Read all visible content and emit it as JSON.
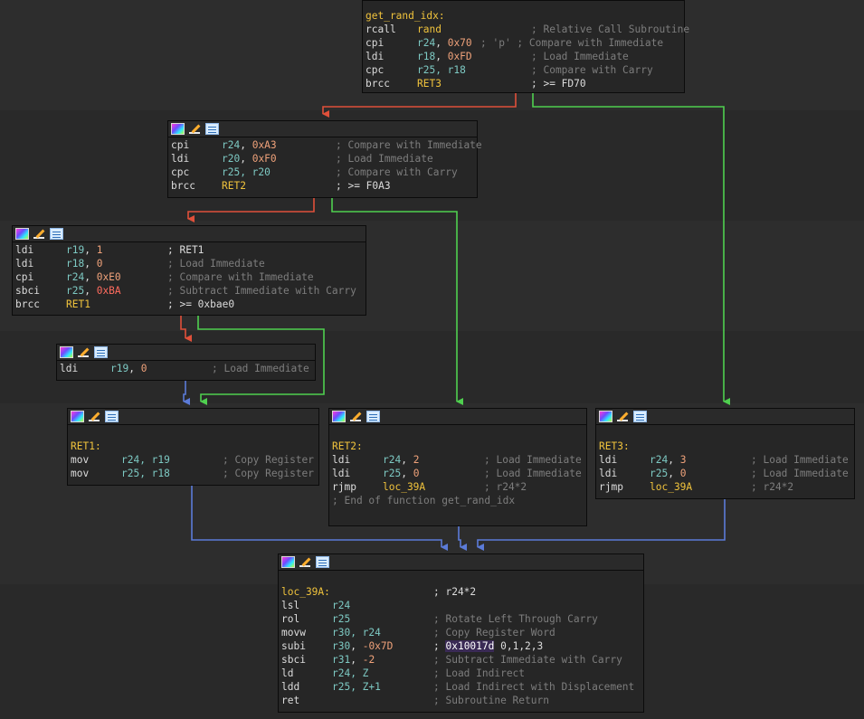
{
  "colors": {
    "true_edge": "#4fd04f",
    "false_edge": "#e0503a",
    "flow_edge": "#5b7bd8",
    "band_light": "#2d2d2d",
    "band_dark": "#242424"
  },
  "icons": [
    "graph-color-icon",
    "edit-icon",
    "xref-icon"
  ],
  "nodes": {
    "n1": {
      "label": "get_rand_idx:",
      "lines": [
        {
          "mn": "rcall",
          "op": "rand",
          "c": "; Relative Call Subroutine"
        },
        {
          "mn": "cpi",
          "op": "r24, 0x70",
          "c": "; 'p' ; Compare with Immediate"
        },
        {
          "mn": "ldi",
          "op": "r18, 0xFD",
          "c": "; Load Immediate"
        },
        {
          "mn": "cpc",
          "op": "r25, r18",
          "c": "; Compare with Carry"
        },
        {
          "mn": "brcc",
          "op": "RET3",
          "c": "; >= FD70"
        }
      ]
    },
    "n2": {
      "lines": [
        {
          "mn": "cpi",
          "op": "r24, 0xA3",
          "c": "; Compare with Immediate"
        },
        {
          "mn": "ldi",
          "op": "r20, 0xF0",
          "c": "; Load Immediate"
        },
        {
          "mn": "cpc",
          "op": "r25, r20",
          "c": "; Compare with Carry"
        },
        {
          "mn": "brcc",
          "op": "RET2",
          "c": "; >= F0A3"
        }
      ]
    },
    "n3": {
      "lines": [
        {
          "mn": "ldi",
          "op": "r19, 1",
          "c": "; RET1"
        },
        {
          "mn": "ldi",
          "op": "r18, 0",
          "c": "; Load Immediate"
        },
        {
          "mn": "cpi",
          "op": "r24, 0xE0",
          "c": "; Compare with Immediate"
        },
        {
          "mn": "sbci",
          "op": "r25, 0xBA",
          "c": "; Subtract Immediate with Carry"
        },
        {
          "mn": "brcc",
          "op": "RET1",
          "c": "; >= 0xbae0"
        }
      ]
    },
    "n4": {
      "lines": [
        {
          "mn": "ldi",
          "op": "r19, 0",
          "c": "; Load Immediate"
        }
      ]
    },
    "n5": {
      "label": "RET1:",
      "lines": [
        {
          "mn": "mov",
          "op": "r24, r19",
          "c": "; Copy Register"
        },
        {
          "mn": "mov",
          "op": "r25, r18",
          "c": "; Copy Register"
        }
      ]
    },
    "n6": {
      "label": "RET2:",
      "lines": [
        {
          "mn": "ldi",
          "op": "r24, 2",
          "c": "; Load Immediate"
        },
        {
          "mn": "ldi",
          "op": "r25, 0",
          "c": "; Load Immediate"
        },
        {
          "mn": "rjmp",
          "op": "loc_39A",
          "c": "; r24*2"
        }
      ],
      "end_comment": "; End of function get_rand_idx"
    },
    "n7": {
      "label": "RET3:",
      "lines": [
        {
          "mn": "ldi",
          "op": "r24, 3",
          "c": "; Load Immediate"
        },
        {
          "mn": "ldi",
          "op": "r25, 0",
          "c": "; Load Immediate"
        },
        {
          "mn": "rjmp",
          "op": "loc_39A",
          "c": "; r24*2"
        }
      ]
    },
    "n8": {
      "label": "loc_39A:",
      "label_comment": "; r24*2",
      "lines": [
        {
          "mn": "lsl",
          "op": "r24",
          "c": ""
        },
        {
          "mn": "rol",
          "op": "r25",
          "c": "; Rotate Left Through Carry"
        },
        {
          "mn": "movw",
          "op": "r30, r24",
          "c": "; Copy Register Word"
        },
        {
          "mn": "subi",
          "op": "r30, -0x7D",
          "c": "; 0x10017d 0,1,2,3"
        },
        {
          "mn": "sbci",
          "op": "r31, -2",
          "c": "; Subtract Immediate with Carry"
        },
        {
          "mn": "ld",
          "op": "r24, Z",
          "c": "; Load Indirect"
        },
        {
          "mn": "ldd",
          "op": "r25, Z+1",
          "c": "; Load Indirect with Displacement"
        },
        {
          "mn": "ret",
          "op": "",
          "c": "; Subroutine Return"
        }
      ]
    }
  }
}
